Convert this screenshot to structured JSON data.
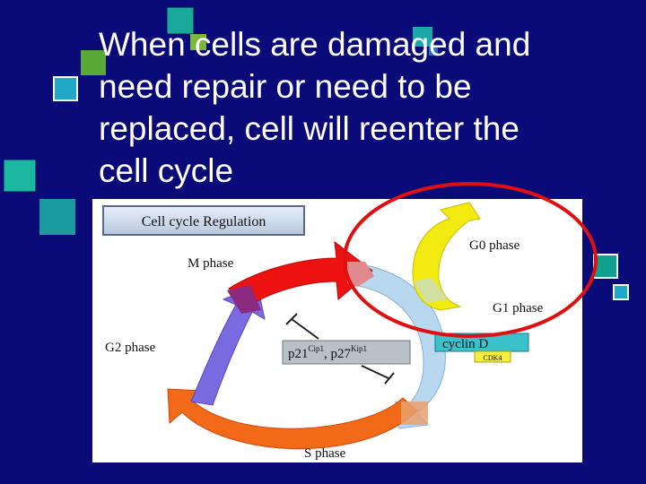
{
  "slide": {
    "title_lines": [
      "When cells are damaged and",
      "need repair or need to be",
      "replaced, cell will reenter the",
      "cell cycle"
    ]
  },
  "figure": {
    "header": "Cell cycle Regulation",
    "phases": {
      "m": "M phase",
      "g0": "G0 phase",
      "g1": "G1 phase",
      "g2": "G2 phase",
      "s": "S phase"
    },
    "cyclin_label": "cyclin D",
    "cdk_label": "CDK4",
    "inhibitor": {
      "p21": "p21",
      "p21_sup": "Cip1",
      "sep": ", ",
      "p27": "p27",
      "p27_sup": "Kip1"
    }
  },
  "colors": {
    "background": "#0a0a78",
    "highlight_circle": "#e01010",
    "m_arrow": "#ee1111",
    "g0_arrow": "#f2ea10",
    "g1_arrow": "#b8d8f0",
    "g2_arrow": "#7a6ae0",
    "s_arrow": "#f26a18",
    "cyclin_box": "#39c1cc",
    "cdk_box": "#f4ee3a"
  }
}
